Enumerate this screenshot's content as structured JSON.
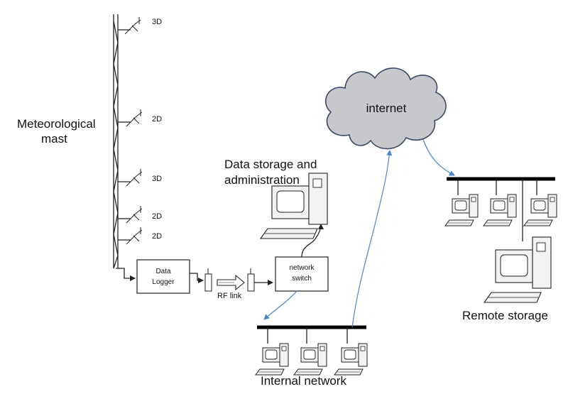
{
  "labels": {
    "mast": [
      "Meteorological",
      "mast"
    ],
    "data_storage": [
      "Data storage and",
      "administration"
    ],
    "logger": [
      "Data",
      "Logger"
    ],
    "rf_link": "RF link",
    "switch": [
      "network",
      "switch"
    ],
    "internet": "internet",
    "remote_storage": "Remote storage",
    "internal_network": "Internal network"
  },
  "anemometers": [
    {
      "label": "3D"
    },
    {
      "label": "2D"
    },
    {
      "label": "3D"
    },
    {
      "label": "2D"
    },
    {
      "label": "2D"
    }
  ],
  "colors": {
    "cloud_fill": "#c8c8cc",
    "cloud_stroke": "#3a4a66",
    "connector_blue": "#4a86c8",
    "line": "#222222"
  }
}
